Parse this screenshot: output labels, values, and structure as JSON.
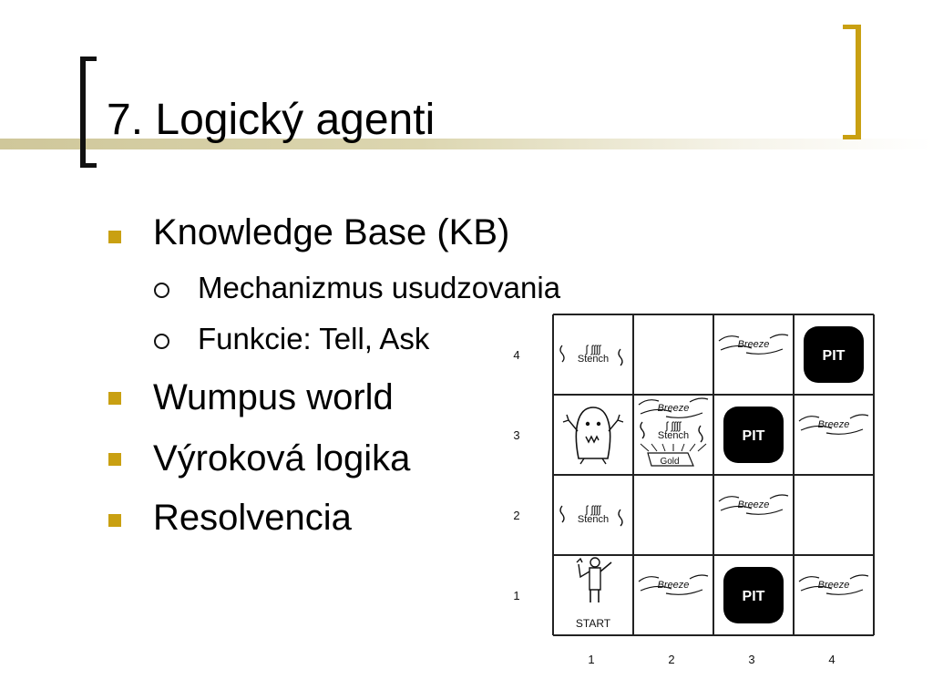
{
  "slide": {
    "title": "7. Logický agenti",
    "bullets": [
      {
        "text": "Knowledge Base (KB)",
        "sub": [
          "Mechanizmus usudzovania",
          "Funkcie: Tell, Ask"
        ]
      },
      {
        "text": "Wumpus world",
        "sub": []
      },
      {
        "text": "Výroková logika",
        "sub": []
      },
      {
        "text": "Resolvencia",
        "sub": []
      }
    ],
    "accent_color": "#c9a012"
  },
  "wumpus_grid": {
    "row_labels": [
      "1",
      "2",
      "3",
      "4"
    ],
    "col_labels": [
      "1",
      "2",
      "3",
      "4"
    ],
    "labels": {
      "stench": "Stench",
      "breeze": "Breeze",
      "pit": "PIT",
      "gold": "Gold",
      "start": "START"
    },
    "cells": [
      {
        "col": 1,
        "row": 4,
        "items": [
          "stench"
        ]
      },
      {
        "col": 3,
        "row": 4,
        "items": [
          "breeze"
        ]
      },
      {
        "col": 4,
        "row": 4,
        "items": [
          "pit"
        ]
      },
      {
        "col": 1,
        "row": 3,
        "items": [
          "wumpus"
        ]
      },
      {
        "col": 2,
        "row": 3,
        "items": [
          "breeze",
          "stench",
          "gold"
        ]
      },
      {
        "col": 3,
        "row": 3,
        "items": [
          "pit"
        ]
      },
      {
        "col": 4,
        "row": 3,
        "items": [
          "breeze"
        ]
      },
      {
        "col": 1,
        "row": 2,
        "items": [
          "stench"
        ]
      },
      {
        "col": 3,
        "row": 2,
        "items": [
          "breeze"
        ]
      },
      {
        "col": 1,
        "row": 1,
        "items": [
          "agent",
          "start"
        ]
      },
      {
        "col": 2,
        "row": 1,
        "items": [
          "breeze"
        ]
      },
      {
        "col": 3,
        "row": 1,
        "items": [
          "pit"
        ]
      },
      {
        "col": 4,
        "row": 1,
        "items": [
          "breeze"
        ]
      }
    ]
  }
}
